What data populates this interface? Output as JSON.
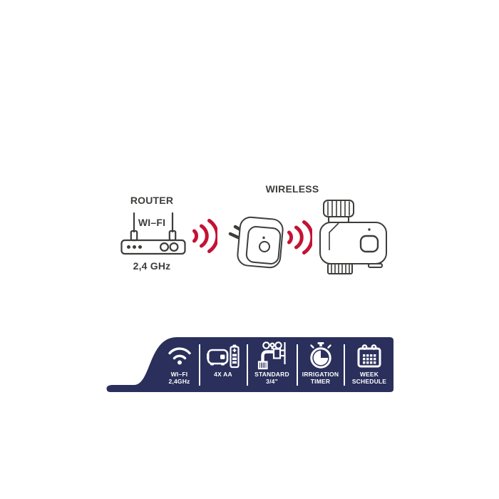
{
  "colors": {
    "navy": "#2A2F5B",
    "red": "#C31334",
    "line": "#3D3D3B",
    "white": "#FFFFFF"
  },
  "diagram": {
    "router_label": [
      "ROUTER",
      "WI–FI"
    ],
    "router_freq": "2,4 GHz",
    "wireless_label": "WIRELESS",
    "devices": [
      "wifi-router",
      "smart-plug-gateway",
      "water-timer"
    ]
  },
  "banner": {
    "features": [
      {
        "icon": "wifi-icon",
        "lines": [
          "WI–FI",
          "2,4GHz"
        ]
      },
      {
        "icon": "battery-icon",
        "lines": [
          "4X AA",
          ""
        ]
      },
      {
        "icon": "tap-icon",
        "lines": [
          "STANDARD",
          "3/4\""
        ]
      },
      {
        "icon": "stopwatch-icon",
        "lines": [
          "IRRIGATION",
          "TIMER"
        ]
      },
      {
        "icon": "calendar-icon",
        "lines": [
          "WEEK",
          "SCHEDULE"
        ]
      }
    ]
  }
}
